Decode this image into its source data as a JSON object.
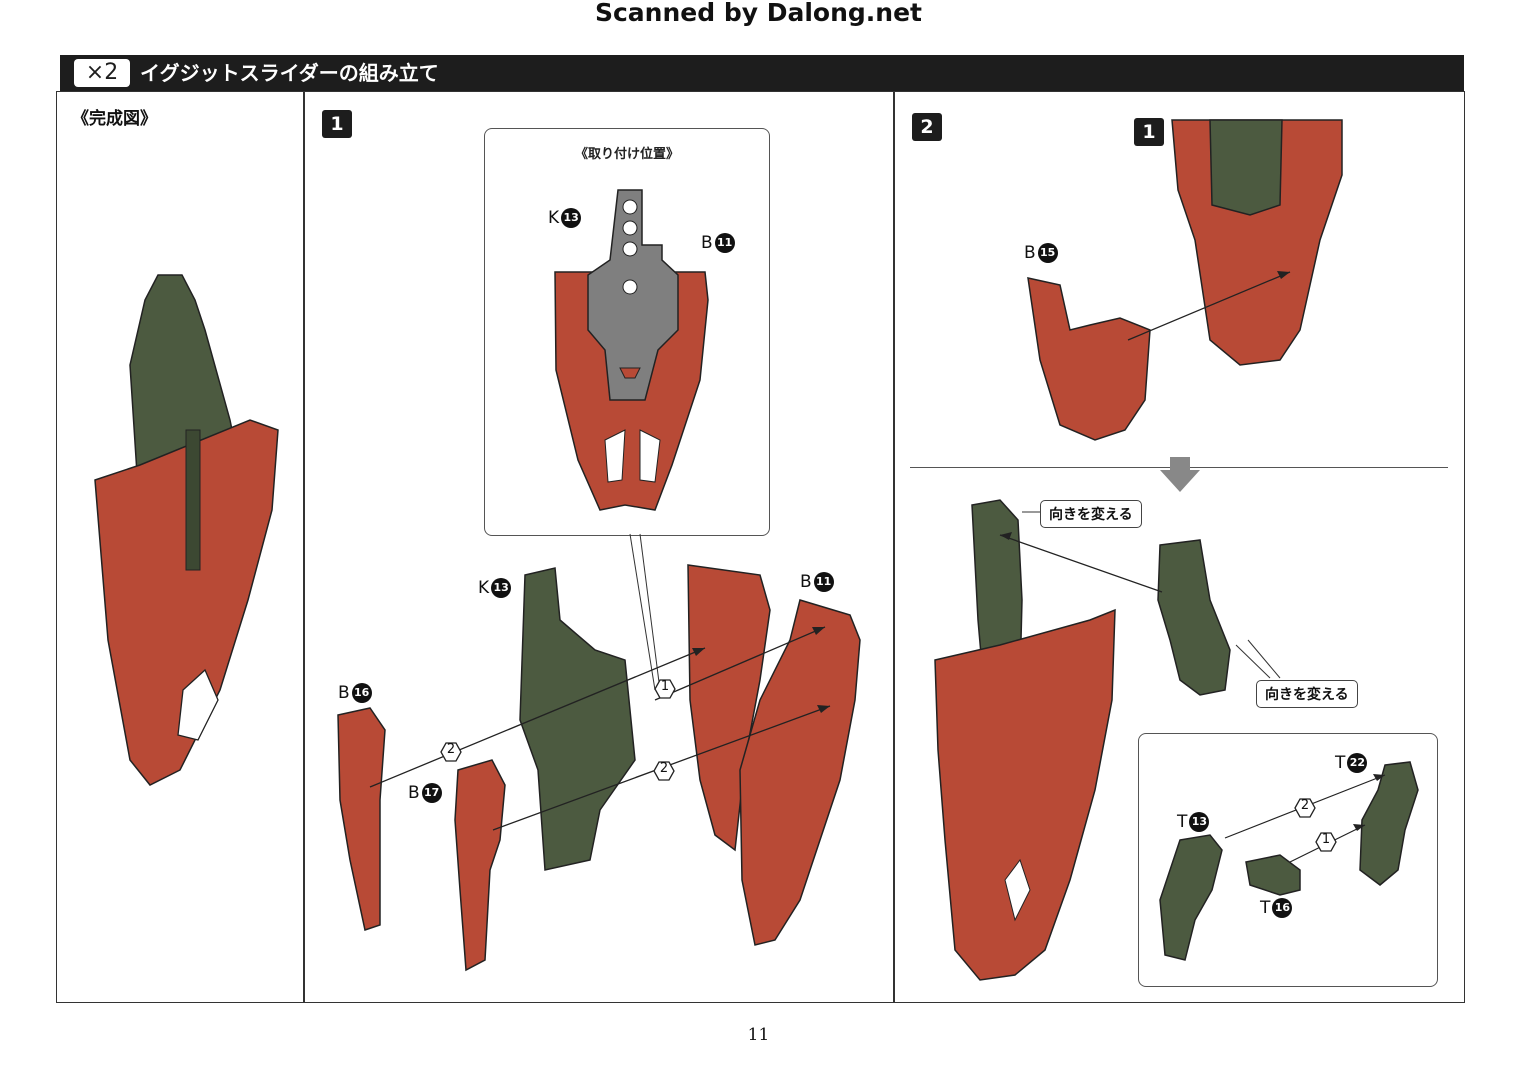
{
  "watermark": "Scanned by Dalong.net",
  "header": {
    "multiplier": "×2",
    "title": "イグジットスライダーの組み立て"
  },
  "completed_caption": "《完成図》",
  "steps": {
    "one": "1",
    "two": "2",
    "sub_one": "1"
  },
  "inset": {
    "title": "《取り付け位置》"
  },
  "parts": {
    "k13": {
      "letter": "K",
      "num": "13"
    },
    "b11": {
      "letter": "B",
      "num": "11"
    },
    "b16": {
      "letter": "B",
      "num": "16"
    },
    "b17": {
      "letter": "B",
      "num": "17"
    },
    "b15": {
      "letter": "B",
      "num": "15"
    },
    "t22": {
      "letter": "T",
      "num": "22"
    },
    "t13": {
      "letter": "T",
      "num": "13"
    },
    "t16": {
      "letter": "T",
      "num": "16"
    }
  },
  "order": {
    "first": "1",
    "second": "2"
  },
  "callouts": {
    "turn": "向きを変える"
  },
  "page_number": "11",
  "colors": {
    "red_part": "#b84a36",
    "green_part": "#4c5a40",
    "gray_part": "#7f7f7f",
    "header_bg": "#1d1d1d"
  }
}
